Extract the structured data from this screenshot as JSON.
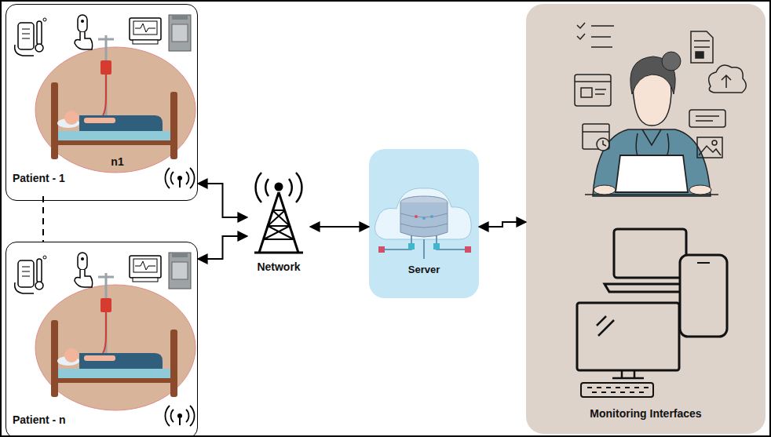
{
  "diagram": {
    "nodes": [
      {
        "text": [
          "n1",
          "Patient - 1"
        ]
      },
      {
        "text": [
          "Patient - n"
        ]
      },
      {
        "text": [
          "Network"
        ]
      },
      {
        "text": [
          "Server"
        ]
      },
      {
        "text": [
          "Monitoring Interfaces"
        ]
      }
    ],
    "edges": [
      {
        "from": 0,
        "to": 2,
        "arrow": "both"
      },
      {
        "from": 1,
        "to": 2,
        "arrow": "both"
      },
      {
        "from": 2,
        "to": 3,
        "arrow": "both"
      },
      {
        "from": 3,
        "to": 4,
        "arrow": "both"
      }
    ]
  }
}
